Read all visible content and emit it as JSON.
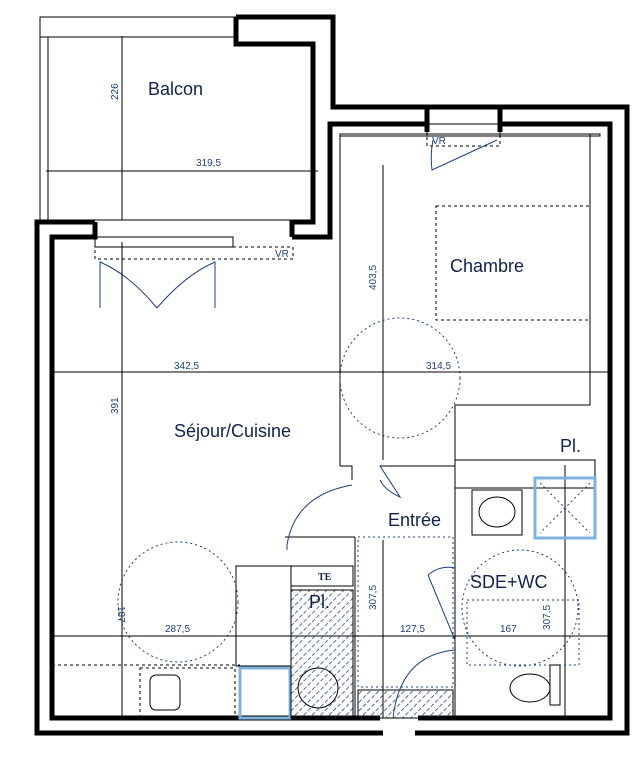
{
  "rooms": {
    "balcon": "Balcon",
    "chambre": "Chambre",
    "sejour": "Séjour/Cuisine",
    "entree": "Entrée",
    "sde": "SDE+WC",
    "placard_chambre": "Pl.",
    "placard_entree": "Pl."
  },
  "dimensions": {
    "balcon_height": "226",
    "balcon_width": "319,5",
    "chambre_height": "403,5",
    "sejour_width": "342,5",
    "chambre_width": "314,5",
    "sejour_height": "391",
    "sejour_lower_height": "187",
    "sejour_lower_width": "287,5",
    "entree_height": "307,5",
    "entree_width": "127,5",
    "sde_width": "167",
    "sde_height": "307,5"
  },
  "labels": {
    "vr_chambre": "VR",
    "vr_sejour": "VR",
    "te": "TE"
  },
  "colors": {
    "wall": "#000000",
    "text": "#10224a",
    "accent": "#7fb3dc"
  }
}
